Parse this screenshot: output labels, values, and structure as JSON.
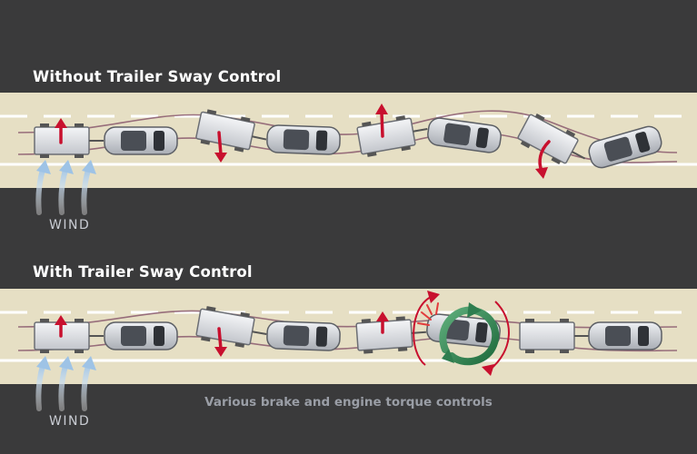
{
  "sections": {
    "without": {
      "title": "Without Trailer Sway Control",
      "wind_label": "WIND"
    },
    "with": {
      "title": "With Trailer Sway Control",
      "wind_label": "WIND",
      "caption": "Various brake and engine torque controls"
    }
  },
  "colors": {
    "background": "#3a3a3b",
    "road": "#e6dfc4",
    "lane_line": "#ffffff",
    "sway_path": "#8a5a6e",
    "sway_arrow": "#c8102e",
    "control_arrow": "#2e7d4f",
    "brake_flash": "#e23b3b",
    "wind_arrow": "#9ec3e6",
    "vehicle": "#c9ccd2",
    "trailer": "#dcdde1"
  },
  "icons": [
    "wind-arrow-icon",
    "sway-arrow-icon",
    "rotation-arrow-icon",
    "brake-flash-icon"
  ]
}
